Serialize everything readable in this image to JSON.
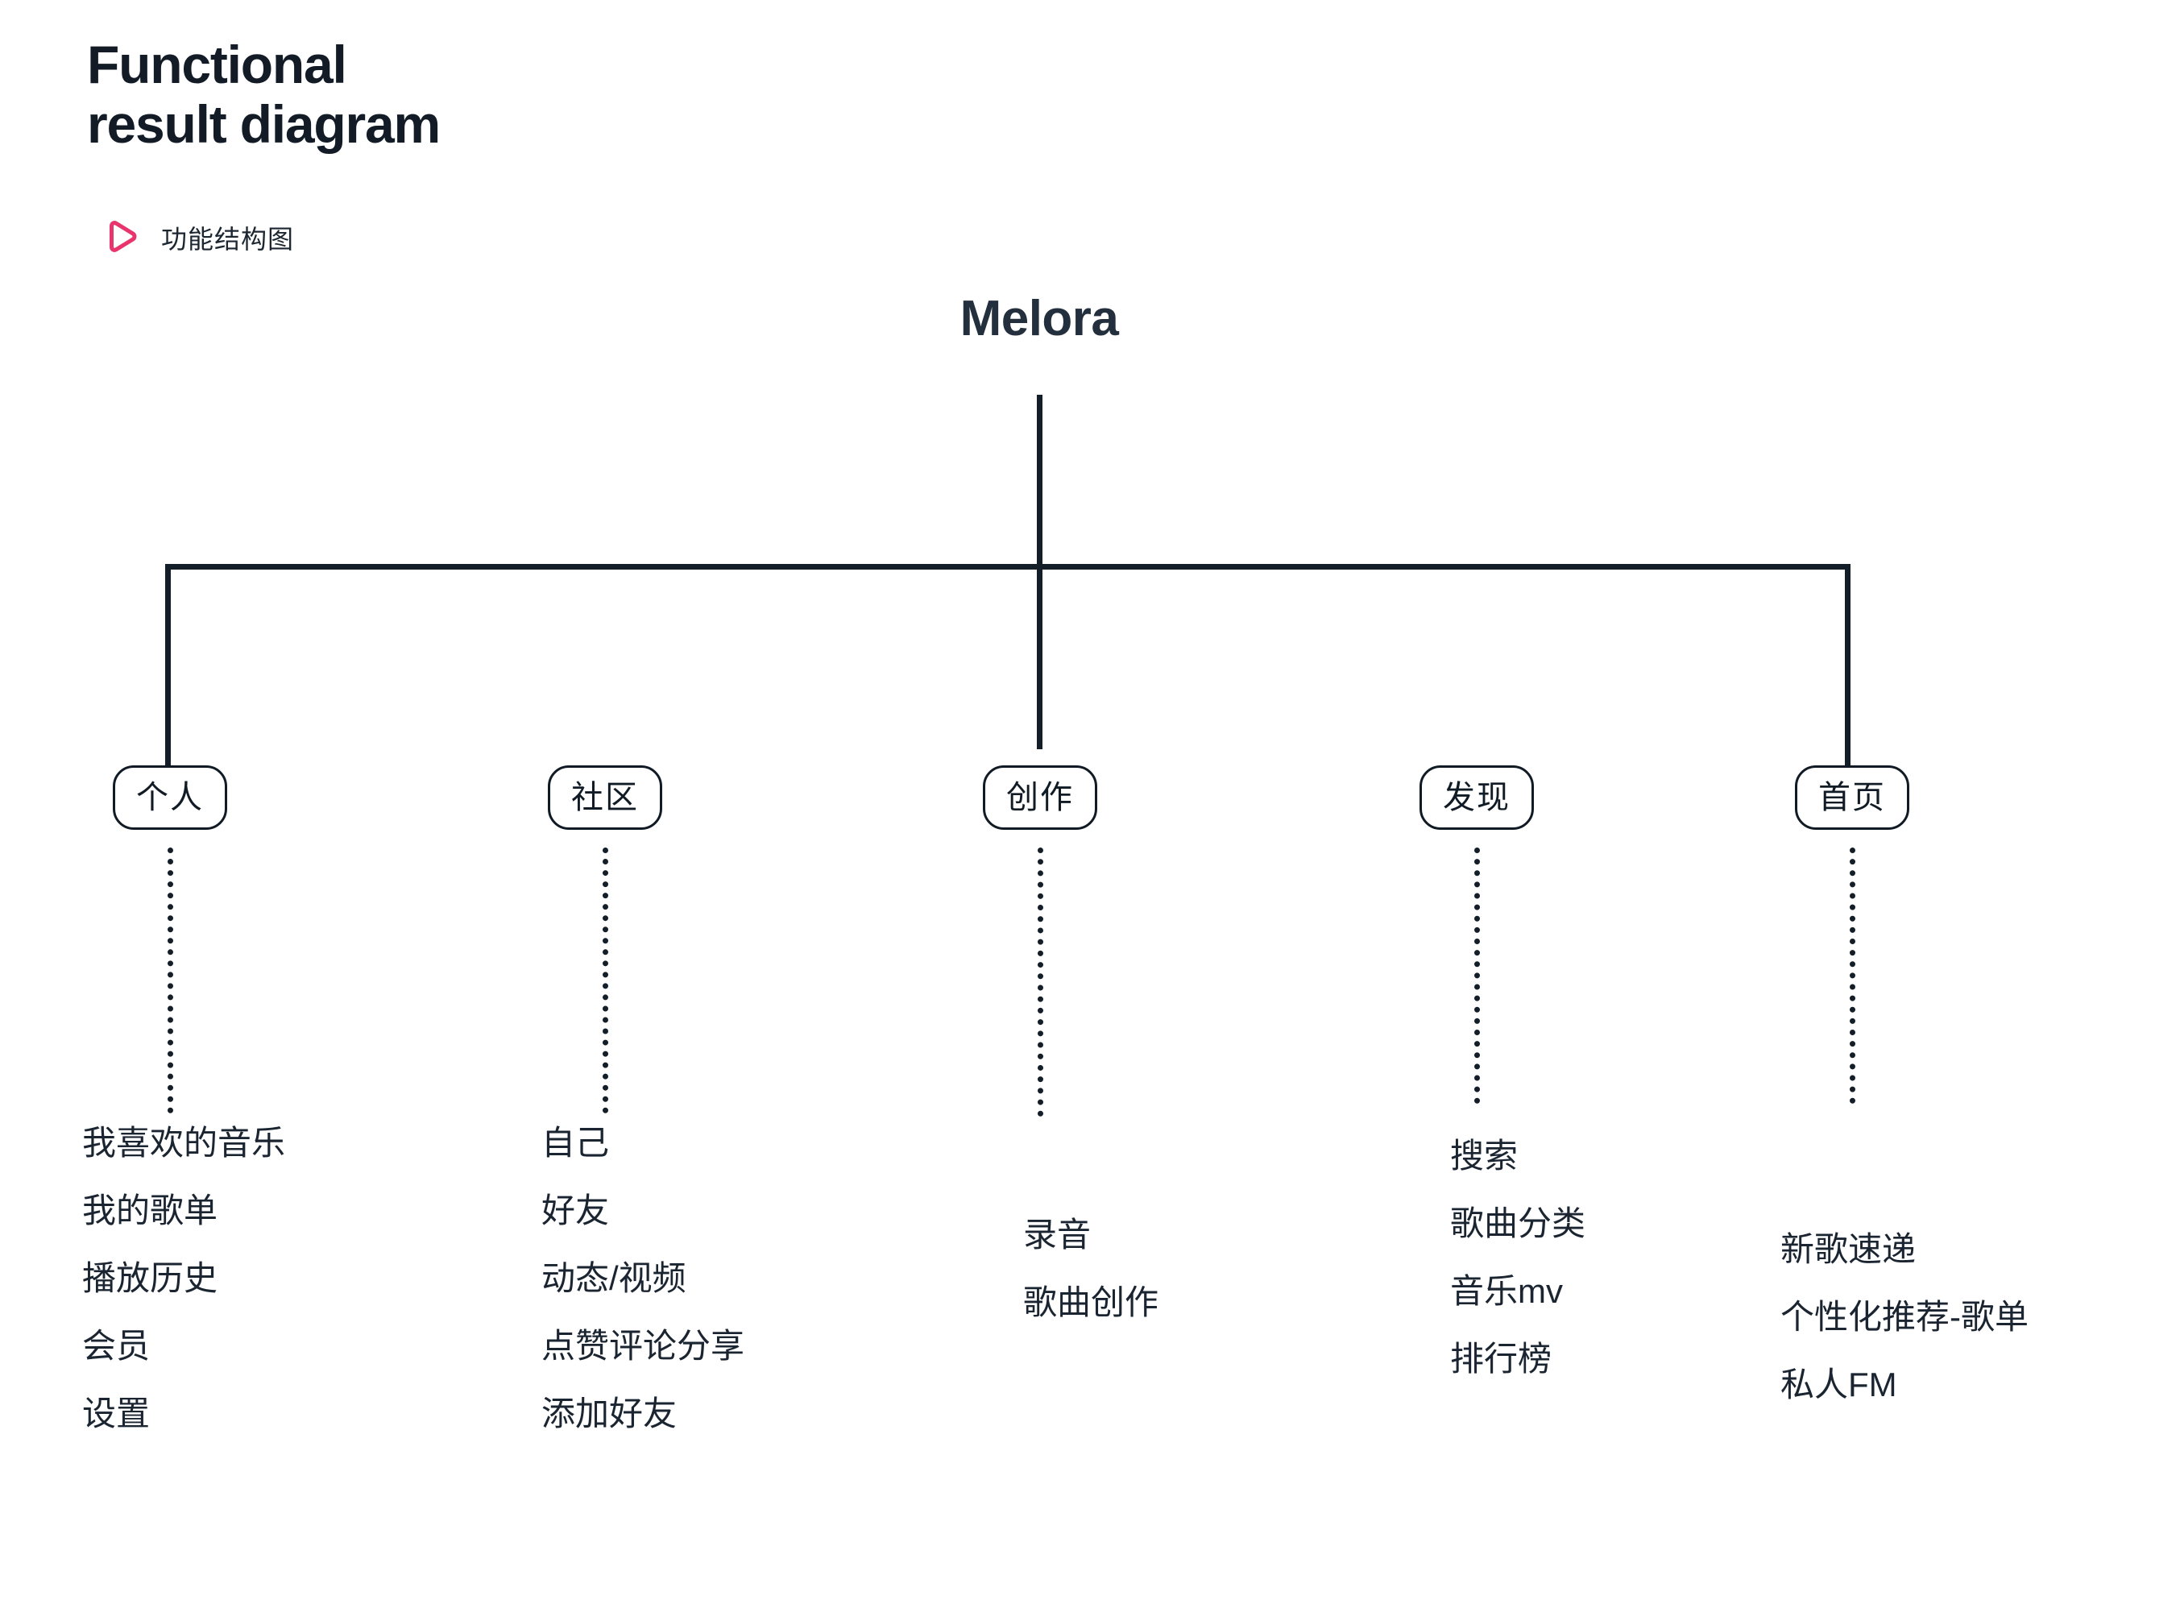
{
  "header": {
    "title_line1": "Functional",
    "title_line2": "result diagram",
    "subtitle": "功能结构图",
    "icon": "play-triangle-icon",
    "accent_color": "#e8356d",
    "text_color": "#131c26"
  },
  "diagram": {
    "root": {
      "label": "Melora"
    },
    "line_color": "#141e28",
    "background_color": "#ffffff",
    "branches": [
      {
        "node": "个人",
        "children": [
          "我喜欢的音乐",
          "我的歌单",
          "播放历史",
          "会员",
          "设置"
        ]
      },
      {
        "node": "社区",
        "children": [
          "自己",
          "好友",
          "动态/视频",
          "点赞评论分享",
          "添加好友"
        ]
      },
      {
        "node": "创作",
        "children": [
          "录音",
          "歌曲创作"
        ]
      },
      {
        "node": "发现",
        "children": [
          "搜索",
          "歌曲分类",
          "音乐mv",
          "排行榜"
        ]
      },
      {
        "node": "首页",
        "children": [
          "新歌速递",
          "个性化推荐-歌单",
          "私人FM"
        ]
      }
    ]
  }
}
